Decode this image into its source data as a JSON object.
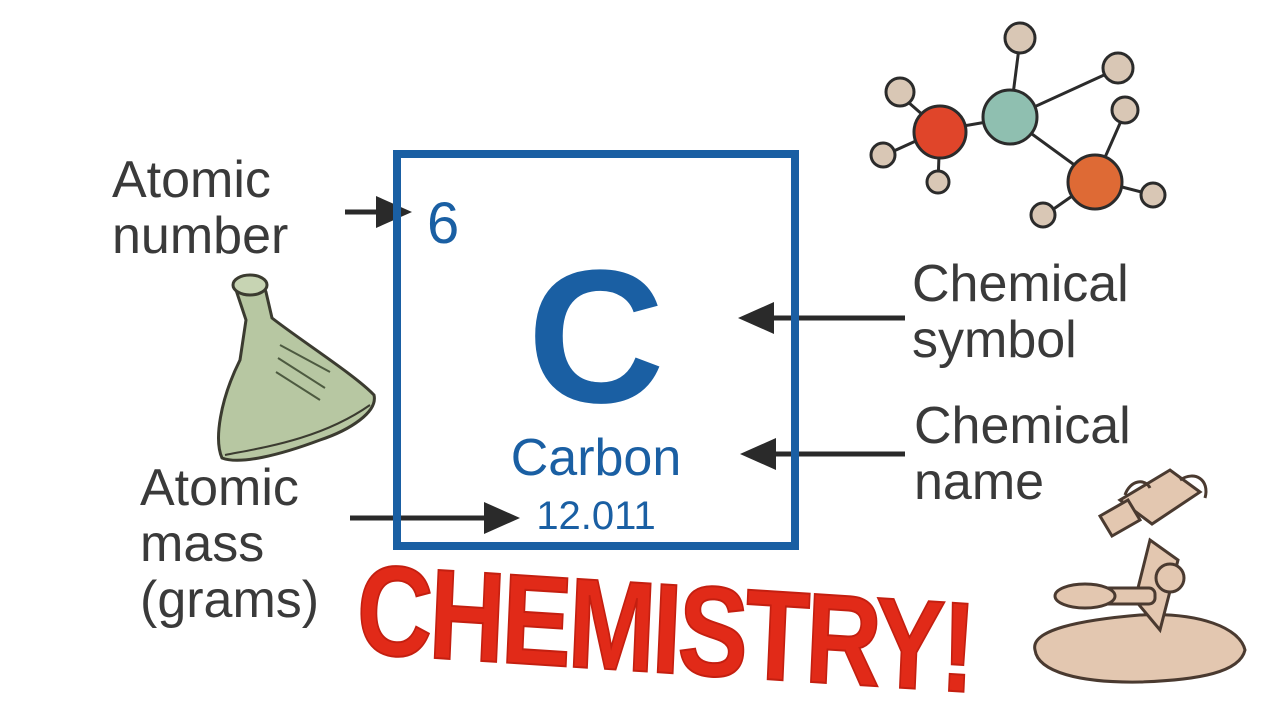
{
  "element": {
    "atomic_number": "6",
    "symbol": "C",
    "name": "Carbon",
    "atomic_mass": "12.011"
  },
  "labels": {
    "atomic_number": [
      "Atomic",
      "number"
    ],
    "chemical_symbol": [
      "Chemical",
      "symbol"
    ],
    "chemical_name": [
      "Chemical",
      "name"
    ],
    "atomic_mass": [
      "Atomic",
      "mass",
      "(grams)"
    ]
  },
  "banner": "CHEMISTRY!",
  "icons": [
    "molecule-icon",
    "flask-icon",
    "microscope-icon"
  ],
  "colors": {
    "tile_border": "#1a5fa3",
    "tile_text": "#1a5fa3",
    "label_text": "#3a3a3a",
    "banner": "#e12a18",
    "arrow": "#2a2a2a"
  }
}
